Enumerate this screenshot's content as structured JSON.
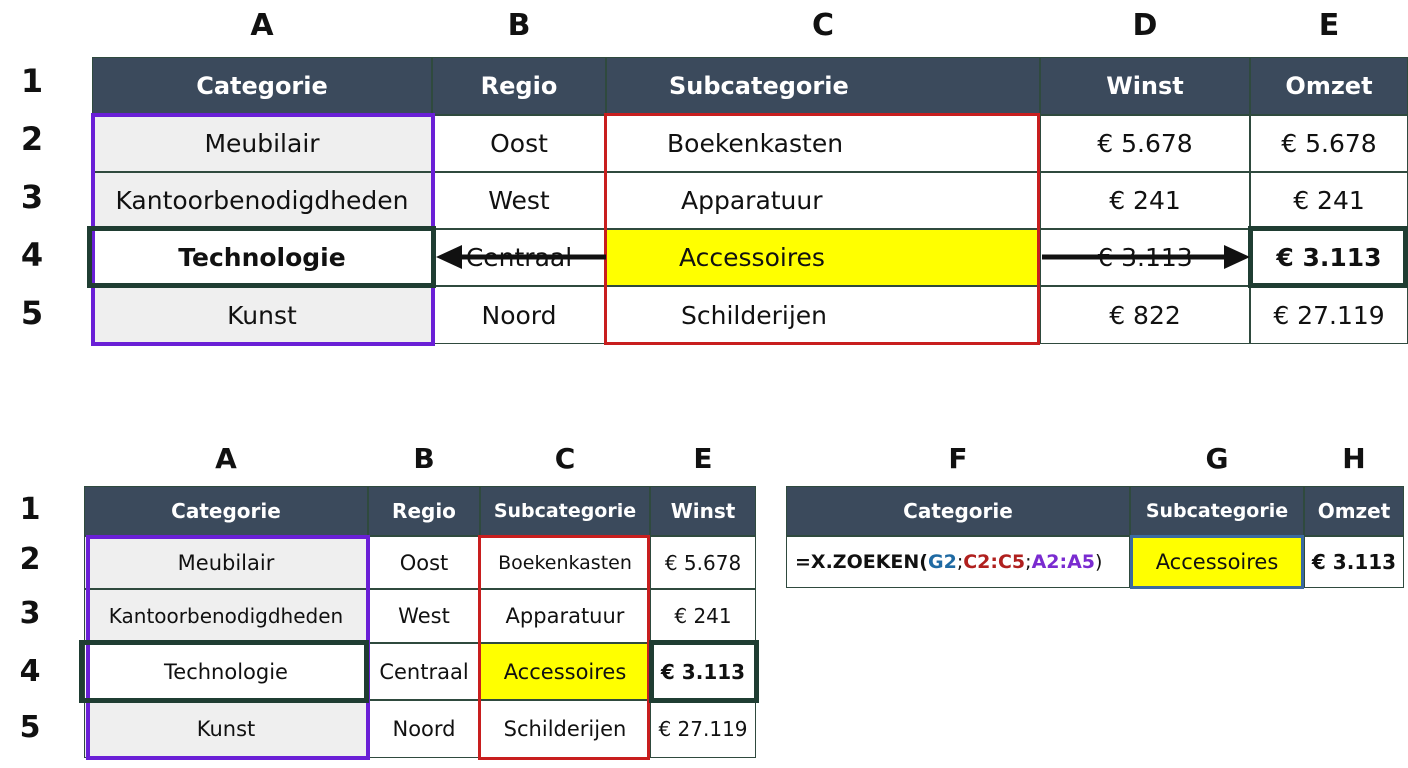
{
  "top_table": {
    "col_letters": [
      "A",
      "B",
      "C",
      "D",
      "E"
    ],
    "row_numbers": [
      "1",
      "2",
      "3",
      "4",
      "5"
    ],
    "headers": [
      "Categorie",
      "Regio",
      "Subcategorie",
      "Winst",
      "Omzet"
    ],
    "rows": [
      [
        "Meubilair",
        "Oost",
        "Boekenkasten",
        "€ 5.678",
        "€ 5.678"
      ],
      [
        "Kantoorbenodigdheden",
        "West",
        "Apparatuur",
        "€ 241",
        "€ 241"
      ],
      [
        "Technologie",
        "Centraal",
        "Accessoires",
        "€ 3.113",
        "€ 3.113"
      ],
      [
        "Kunst",
        "Noord",
        "Schilderijen",
        "€ 822",
        "€ 27.119"
      ]
    ]
  },
  "bottom_table": {
    "col_letters": [
      "A",
      "B",
      "C",
      "E"
    ],
    "row_numbers": [
      "1",
      "2",
      "3",
      "4",
      "5"
    ],
    "headers": [
      "Categorie",
      "Regio",
      "Subcategorie",
      "Winst"
    ],
    "rows": [
      [
        "Meubilair",
        "Oost",
        "Boekenkasten",
        "€ 5.678"
      ],
      [
        "Kantoorbenodigdheden",
        "West",
        "Apparatuur",
        "€ 241"
      ],
      [
        "Technologie",
        "Centraal",
        "Accessoires",
        "€ 3.113"
      ],
      [
        "Kunst",
        "Noord",
        "Schilderijen",
        "€ 27.119"
      ]
    ]
  },
  "formula_table": {
    "col_letters": [
      "F",
      "G",
      "H"
    ],
    "headers": [
      "Categorie",
      "Subcategorie",
      "Omzet"
    ],
    "formula": {
      "prefix": "=X.ZOEKEN(",
      "arg1": "G2",
      "sep1": "; ",
      "arg2": "C2:C5",
      "sep2": "; ",
      "arg3": "A2:A5",
      "suffix": ")"
    },
    "subcategorie_value": "Accessoires",
    "omzet_value": "€ 3.113"
  },
  "colors": {
    "header_bg": "#3b4a5c",
    "highlight_yellow": "#ffff00",
    "lookup_box_purple": "#6a1fd6",
    "search_box_red": "#c81e1e",
    "result_row_green": "#1f3d32",
    "formula_arg_blue": "#1f6aa3"
  }
}
